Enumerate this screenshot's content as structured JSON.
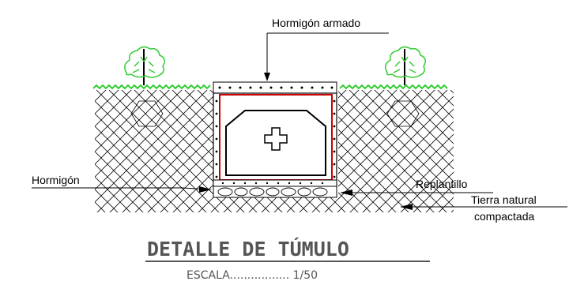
{
  "drawing": {
    "labels": {
      "reinforced_concrete": "Hormigón armado",
      "concrete": "Hormigón",
      "base_slab": "Replantillo",
      "soil_line1": "Tierra natural",
      "soil_line2": "compactada"
    },
    "title": "DETALLE DE TÚMULO",
    "scale": "ESCALA................. 1/50"
  },
  "colors": {
    "line": "#000000",
    "grass": "#33cc33",
    "tree": "#33cc33",
    "tomb_outline": "#cc0000",
    "title_text": "#555555"
  },
  "icons": [
    "tree-icon",
    "cross-icon",
    "arrow-icon"
  ]
}
